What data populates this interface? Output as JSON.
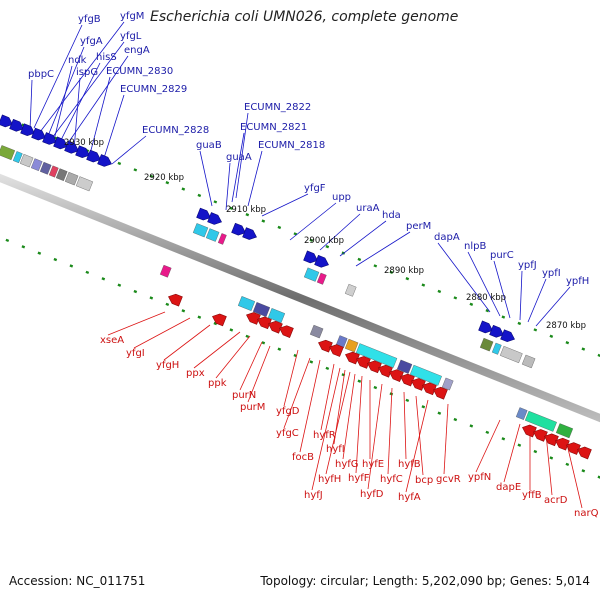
{
  "title": "Escherichia coli UMN026, complete genome",
  "footer": {
    "accession_label": "Accession:",
    "accession": "NC_011751",
    "topology_label": "Topology:",
    "topology": "circular",
    "length_label": "Length:",
    "length": "5,202,090 bp",
    "genes_label": "Genes:",
    "genes": "5,014"
  },
  "colors": {
    "forward_strand": "#1414c8",
    "reverse_strand": "#dc1414",
    "backbone": "#7a7a7a"
  },
  "ticks": [
    "2930 kbp",
    "2920 kbp",
    "2910 kbp",
    "2900 kbp",
    "2890 kbp",
    "2880 kbp",
    "2870 kbp"
  ],
  "genes_forward": [
    "yfgB",
    "yfgM",
    "yfgA",
    "yfgL",
    "ndk",
    "hisS",
    "engA",
    "pbpC",
    "ispG",
    "ECUMN_2830",
    "ECUMN_2829",
    "ECUMN_2828",
    "ECUMN_2822",
    "ECUMN_2821",
    "guaB",
    "ECUMN_2818",
    "guaA",
    "yfgF",
    "upp",
    "uraA",
    "hda",
    "perM",
    "dapA",
    "nlpB",
    "purC",
    "ypfJ",
    "ypfI",
    "ypfH"
  ],
  "genes_reverse": [
    "xseA",
    "yfgI",
    "yfgH",
    "ppx",
    "ppk",
    "purN",
    "purM",
    "yfgD",
    "yfgC",
    "focB",
    "hyfR",
    "hyfJ",
    "hyfI",
    "hyfH",
    "hyfG",
    "hyfF",
    "hyfE",
    "hyfD",
    "hyfC",
    "hyfB",
    "bcp",
    "hyfA",
    "gcvR",
    "ypfN",
    "dapE",
    "yffB",
    "acrD",
    "narQ"
  ]
}
